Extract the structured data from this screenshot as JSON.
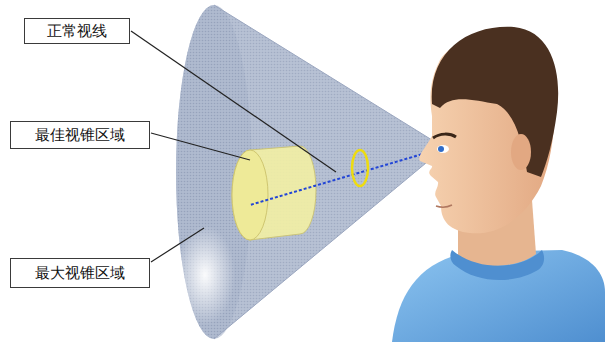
{
  "diagram": {
    "nodes": [
      {
        "text": [
          "正常视线"
        ]
      },
      {
        "text": [
          "最佳视锥区域"
        ]
      },
      {
        "text": [
          "最大视锥区域"
        ]
      }
    ]
  }
}
